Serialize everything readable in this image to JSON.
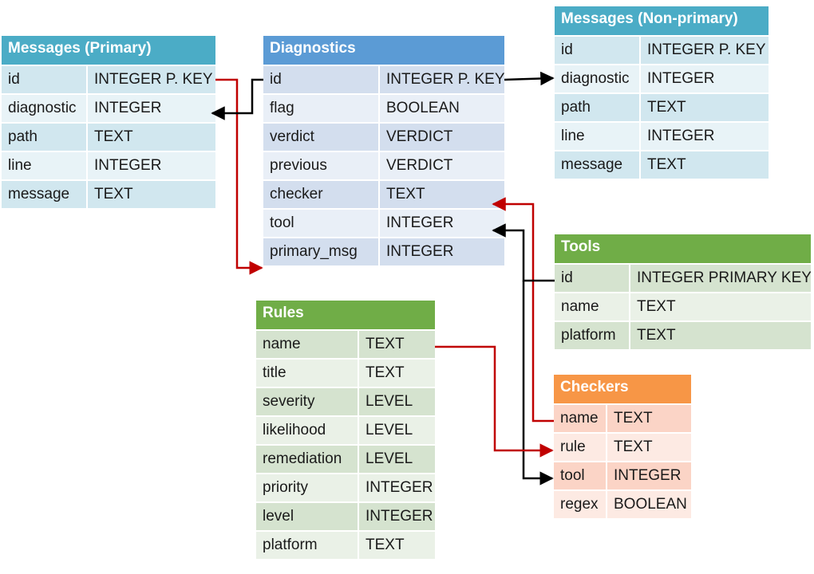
{
  "tables": {
    "messages_primary": {
      "title": "Messages (Primary)",
      "rows": [
        [
          "id",
          "INTEGER P. KEY"
        ],
        [
          "diagnostic",
          "INTEGER"
        ],
        [
          "path",
          "TEXT"
        ],
        [
          "line",
          "INTEGER"
        ],
        [
          "message",
          "TEXT"
        ]
      ]
    },
    "diagnostics": {
      "title": "Diagnostics",
      "rows": [
        [
          "id",
          "INTEGER P. KEY"
        ],
        [
          "flag",
          "BOOLEAN"
        ],
        [
          "verdict",
          "VERDICT"
        ],
        [
          "previous",
          "VERDICT"
        ],
        [
          "checker",
          "TEXT"
        ],
        [
          "tool",
          "INTEGER"
        ],
        [
          "primary_msg",
          "INTEGER"
        ]
      ]
    },
    "messages_nonprimary": {
      "title": "Messages (Non-primary)",
      "rows": [
        [
          "id",
          "INTEGER P. KEY"
        ],
        [
          "diagnostic",
          "INTEGER"
        ],
        [
          "path",
          "TEXT"
        ],
        [
          "line",
          "INTEGER"
        ],
        [
          "message",
          "TEXT"
        ]
      ]
    },
    "tools": {
      "title": "Tools",
      "rows": [
        [
          "id",
          "INTEGER PRIMARY KEY"
        ],
        [
          "name",
          "TEXT"
        ],
        [
          "platform",
          "TEXT"
        ]
      ]
    },
    "rules": {
      "title": "Rules",
      "rows": [
        [
          "name",
          "TEXT"
        ],
        [
          "title",
          "TEXT"
        ],
        [
          "severity",
          "LEVEL"
        ],
        [
          "likelihood",
          "LEVEL"
        ],
        [
          "remediation",
          "LEVEL"
        ],
        [
          "priority",
          "INTEGER"
        ],
        [
          "level",
          "INTEGER"
        ],
        [
          "platform",
          "TEXT"
        ]
      ]
    },
    "checkers": {
      "title": "Checkers",
      "rows": [
        [
          "name",
          "TEXT"
        ],
        [
          "rule",
          "TEXT"
        ],
        [
          "tool",
          "INTEGER"
        ],
        [
          "regex",
          "BOOLEAN"
        ]
      ]
    }
  },
  "colors": {
    "link_red": "#c00000",
    "link_black": "#000000"
  }
}
